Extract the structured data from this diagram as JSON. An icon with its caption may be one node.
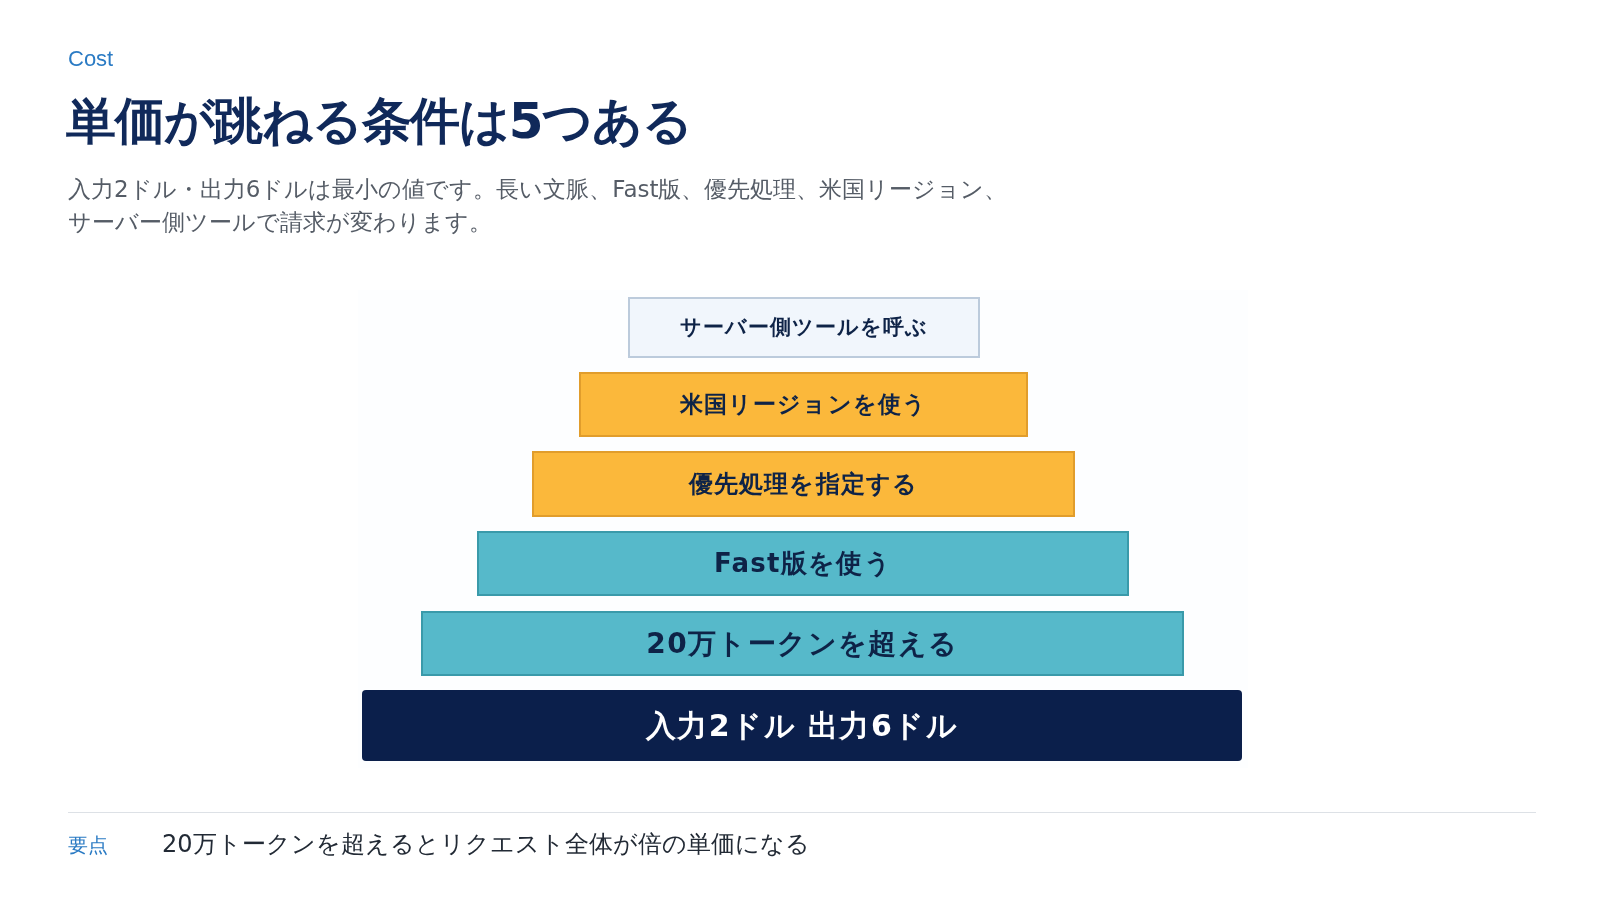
{
  "diagram": {
    "title": "単価が跳ねる条件は5つある",
    "nodes": [
      {
        "text": [
          "サーバー側ツールを呼ぶ"
        ]
      },
      {
        "text": [
          "米国リージョンを使う"
        ]
      },
      {
        "text": [
          "優先処理を指定する"
        ]
      },
      {
        "text": [
          "Fast版を使う"
        ]
      },
      {
        "text": [
          "20万トークンを超える"
        ]
      },
      {
        "text": [
          "入力2ドル 出力6ドル"
        ]
      }
    ],
    "labels": [
      "Cost",
      "入力2ドル・出力6ドルは最小の値です。長い文脈、Fast版、優先処理、米国リージョン、サーバー側ツールで請求が変わります。",
      "要点",
      "20万トークンを超えるとリクエスト全体が倍の単価になる"
    ]
  }
}
